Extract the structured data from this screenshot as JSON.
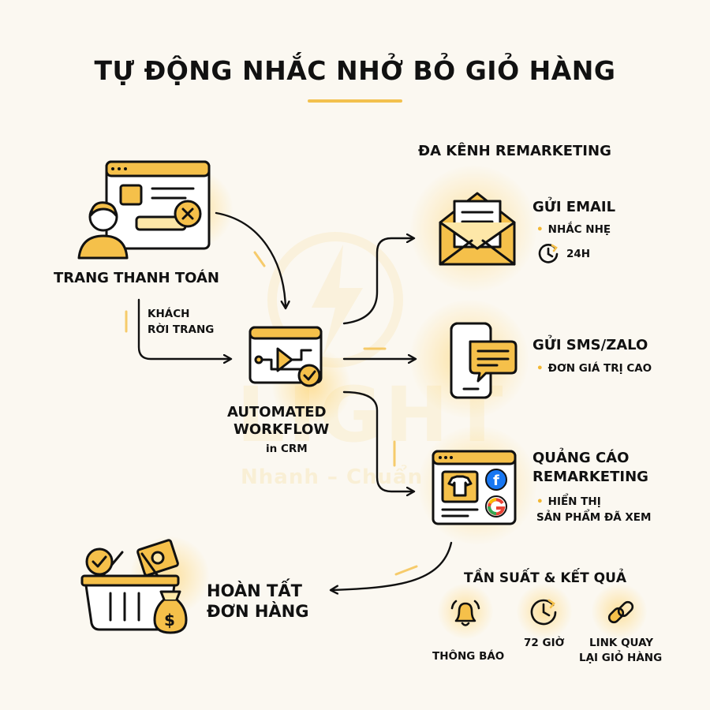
{
  "title": "TỰ ĐỘNG NHẮC NHỞ BỎ GIỎ HÀNG",
  "watermark": {
    "brand": "LIGHT",
    "slogan": "Nhanh – Chuẩn –"
  },
  "checkout": {
    "label": "TRANG THANH TOÁN",
    "note_line1": "KHÁCH",
    "note_line2": "RỜI TRANG"
  },
  "workflow": {
    "line1": "AUTOMATED",
    "line2": "WORKFLOW",
    "line3": "in CRM"
  },
  "channels": {
    "heading": "ĐA KÊNH REMARKETING",
    "email": {
      "title": "GỬI EMAIL",
      "bullet": "NHẮC NHẸ",
      "time": "24H"
    },
    "sms": {
      "title": "GỬI SMS/ZALO",
      "bullet": "ĐƠN GIÁ TRỊ CAO"
    },
    "ads": {
      "title_line1": "QUẢNG CÁO",
      "title_line2": "REMARKETING",
      "bullet_line1": "HIỂN THỊ",
      "bullet_line2": "SẢN PHẨM ĐÃ XEM"
    }
  },
  "order": {
    "line1": "HOÀN TẤT",
    "line2": "ĐƠN HÀNG"
  },
  "results": {
    "heading": "TẦN SUẤT & KẾT QUẢ",
    "items": [
      {
        "label_line1": "THÔNG BÁO",
        "label_line2": "",
        "icon": "bell-icon"
      },
      {
        "label_line1": "72 GIỜ",
        "label_line2": "",
        "icon": "clock-icon"
      },
      {
        "label_line1": "LINK QUAY",
        "label_line2": "LẠI GIỎ HÀNG",
        "icon": "link-icon"
      }
    ]
  },
  "colors": {
    "accent": "#f5c04a",
    "accent_light": "#fde7a8",
    "ink": "#111111",
    "background": "#fbf8f1"
  }
}
